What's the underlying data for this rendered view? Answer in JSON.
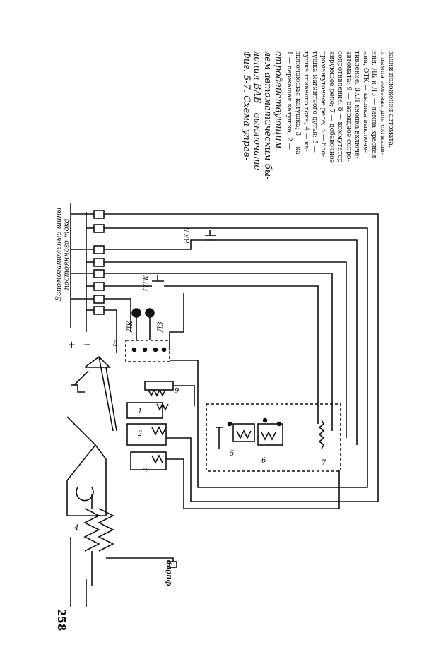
{
  "page_number": "258",
  "caption": {
    "title_lines": [
      "Фиг. 5-7. Схема управ-",
      "ления ВАБ—выключате-",
      "лем автоматическим бы-",
      "стродействующим."
    ],
    "legend_lines": [
      "1 — держащая катушка; 2 —",
      "включающая катушка; 3 — ка-",
      "тушка главного тока; 4 — ка-",
      "тушка магнитного дутья; 5 —",
      "промежуточное реле; 6 — бло-",
      "кирующее реле; 7 — добавочное",
      "сопротивление; 8 — коммутатор",
      "автомата; 9 — разрядное сопро-",
      "тивление. ВКЛ кнопка включе-",
      "ния, ОТК — кнопка выключе-",
      "ния, ЛК и ЛЗ — лампа красная",
      "и лампа зеленая для сигнали-",
      "зации положения автомата."
    ]
  },
  "diagram": {
    "bus_label_lines": [
      "Вспомогательные шины",
      "постоянного тока"
    ],
    "plus": "+",
    "minus": "−",
    "labels": {
      "vkl": "ВКЛ",
      "otk": "ОТК",
      "lk": "ЛК",
      "lz": "ЛЗ",
      "feeder": "Фидер",
      "n1": "1",
      "n2": "2",
      "n3": "3",
      "n4": "4",
      "n5": "5",
      "n6": "6",
      "n7": "7",
      "n8": "8",
      "n9": "9"
    }
  }
}
